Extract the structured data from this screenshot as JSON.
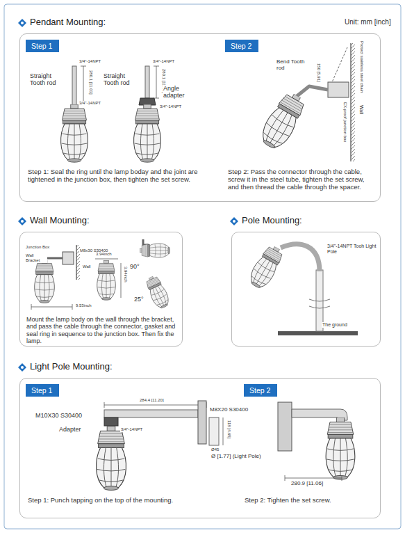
{
  "diagram": {
    "nodes": [
      {
        "text": [
          "Pendant Mounting:"
        ]
      },
      {
        "text": [
          "Step 1"
        ],
        "in": 0
      },
      {
        "text": [
          "Step 2"
        ],
        "in": 0
      },
      {
        "text": [
          "Wall Mounting:"
        ]
      },
      {
        "text": [
          "Pole Mounting:"
        ]
      },
      {
        "text": [
          "Light Pole Mounting:"
        ]
      },
      {
        "text": [
          "Step 1"
        ],
        "in": 5
      },
      {
        "text": [
          "Step 2"
        ],
        "in": 5
      }
    ],
    "labels": [
      "Unit: mm [inch]",
      "3/4\"-14NPT",
      "Straight Tooth rod",
      "3/4\"-14NPT",
      "280.1 [11.03]",
      "3/4\"-14NPT",
      "Straight Tooth rod",
      "280.1 [11.03]",
      "Angle adapter",
      "3/4\"-14NPT",
      "Protect stainless steel chain",
      "Wall",
      "Bend Tooth rod",
      "150 [5.91]",
      "EX-proof junction box",
      "Junction Box",
      "Wall Bracket",
      "M8x30 S30400",
      "Wall",
      "9.53inch",
      "3.94inch",
      "3.94inch",
      "90°",
      "25°",
      "Mount the lamp body on the wall through the bracket, and pass the cable through the connector, gasket and seal ring in sequence to the junction box. Then fix the lamp.",
      "3/4\"-14NPT Tooh Light Pole",
      "The ground",
      "284.4 [11.20]",
      "M10X30 S30400",
      "Adapter",
      "3/4\"-14NPT",
      "M8X20 S30400",
      "118 [4.65]",
      "Ø45",
      "Ø [1.77] (Light Pole)",
      "280.9 [11.06]",
      "Step 1: Seal the ring until the lamp boday and the joint are tightened in the junction box, then tighten the set screw.",
      "Step 2: Pass the connector through the cable, screw it in the steel tube, tighten the set screw, and then thread the cable through the spacer.",
      "Step 1: Punch tapping on the top of the mounting.",
      "Step 2: Tighten the set screw."
    ]
  }
}
